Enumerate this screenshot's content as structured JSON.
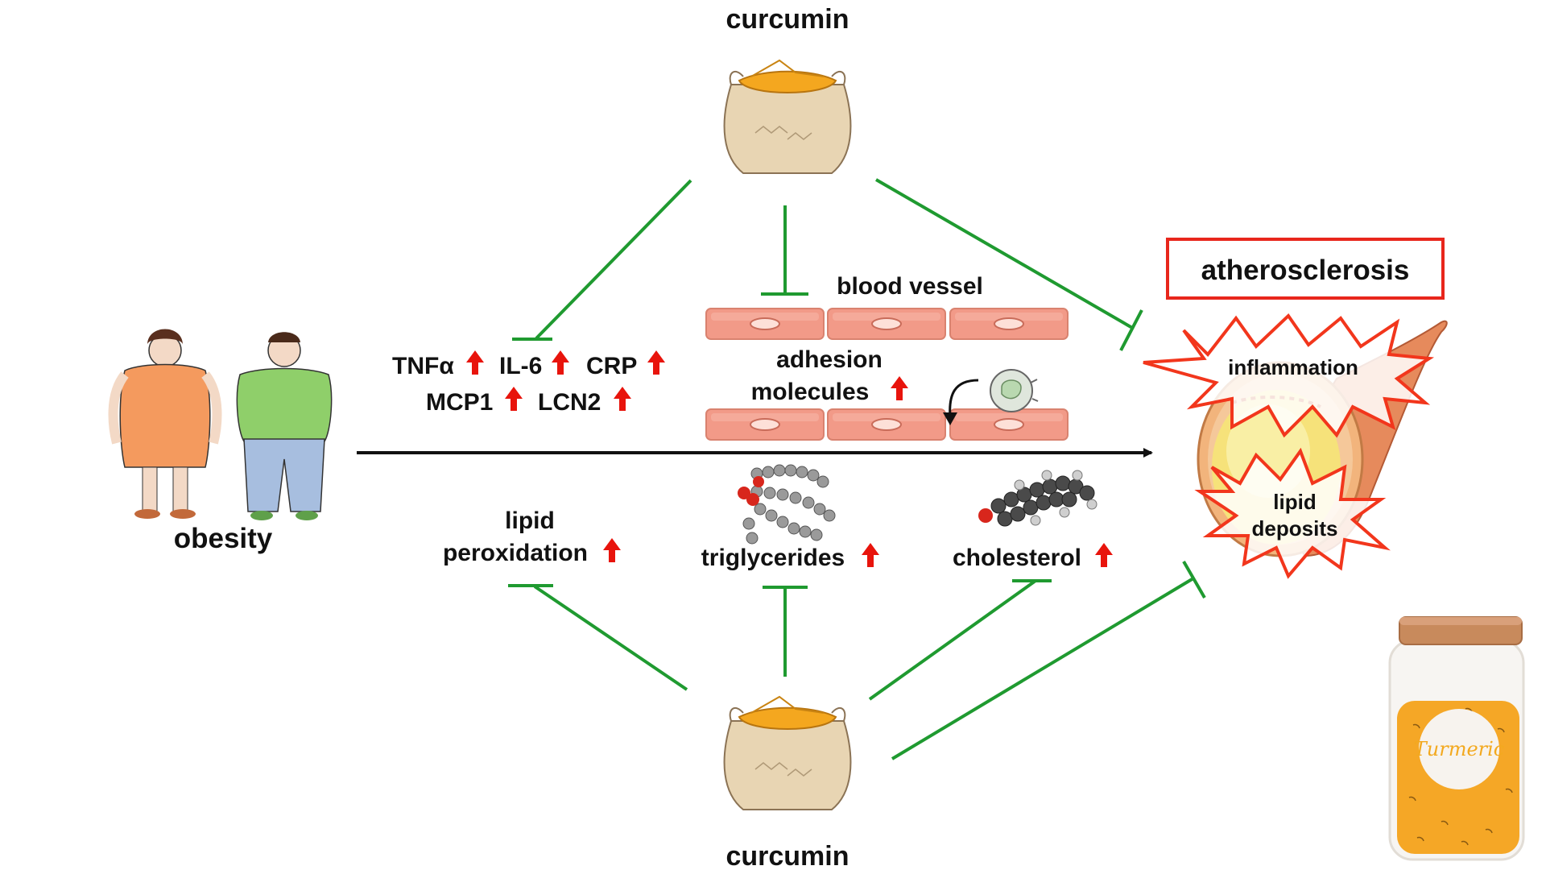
{
  "curcumin_top": "curcumin",
  "curcumin_bottom": "curcumin",
  "obesity": "obesity",
  "blood_vessel": "blood vessel",
  "adhesion_line1": "adhesion",
  "adhesion_line2": "molecules",
  "markers": {
    "tnf": "TNFα",
    "il6": "IL-6",
    "crp": "CRP",
    "mcp1": "MCP1",
    "lcn2": "LCN2"
  },
  "lipid_line1": "lipid",
  "lipid_line2": "peroxidation",
  "triglycerides": "triglycerides",
  "cholesterol": "cholesterol",
  "atherosclerosis": "atherosclerosis",
  "inflammation": "inflammation",
  "lipid_deposits_line1": "lipid",
  "lipid_deposits_line2": "deposits",
  "jar_label": "Turmeric",
  "colors": {
    "inhibit": "#1f9a30",
    "increase_arrow": "#e8140c",
    "burst_outline": "#f2361c",
    "box_border": "#e8261c",
    "curcumin_powder": "#f4a71f",
    "sack": "#e8d5b3",
    "vessel_cell": "#f29a88"
  },
  "icons": {
    "curcumin": "sack-of-curcumin-powder-icon",
    "obesity": "obese-people-icon",
    "vessel": "endothelial-cells-icon",
    "monocyte": "monocyte-icon",
    "triglyceride": "triglyceride-molecule-icon",
    "cholesterol": "cholesterol-molecule-icon",
    "artery": "artery-plaque-icon",
    "jar": "turmeric-jar-icon",
    "up": "red-up-arrow-icon"
  }
}
